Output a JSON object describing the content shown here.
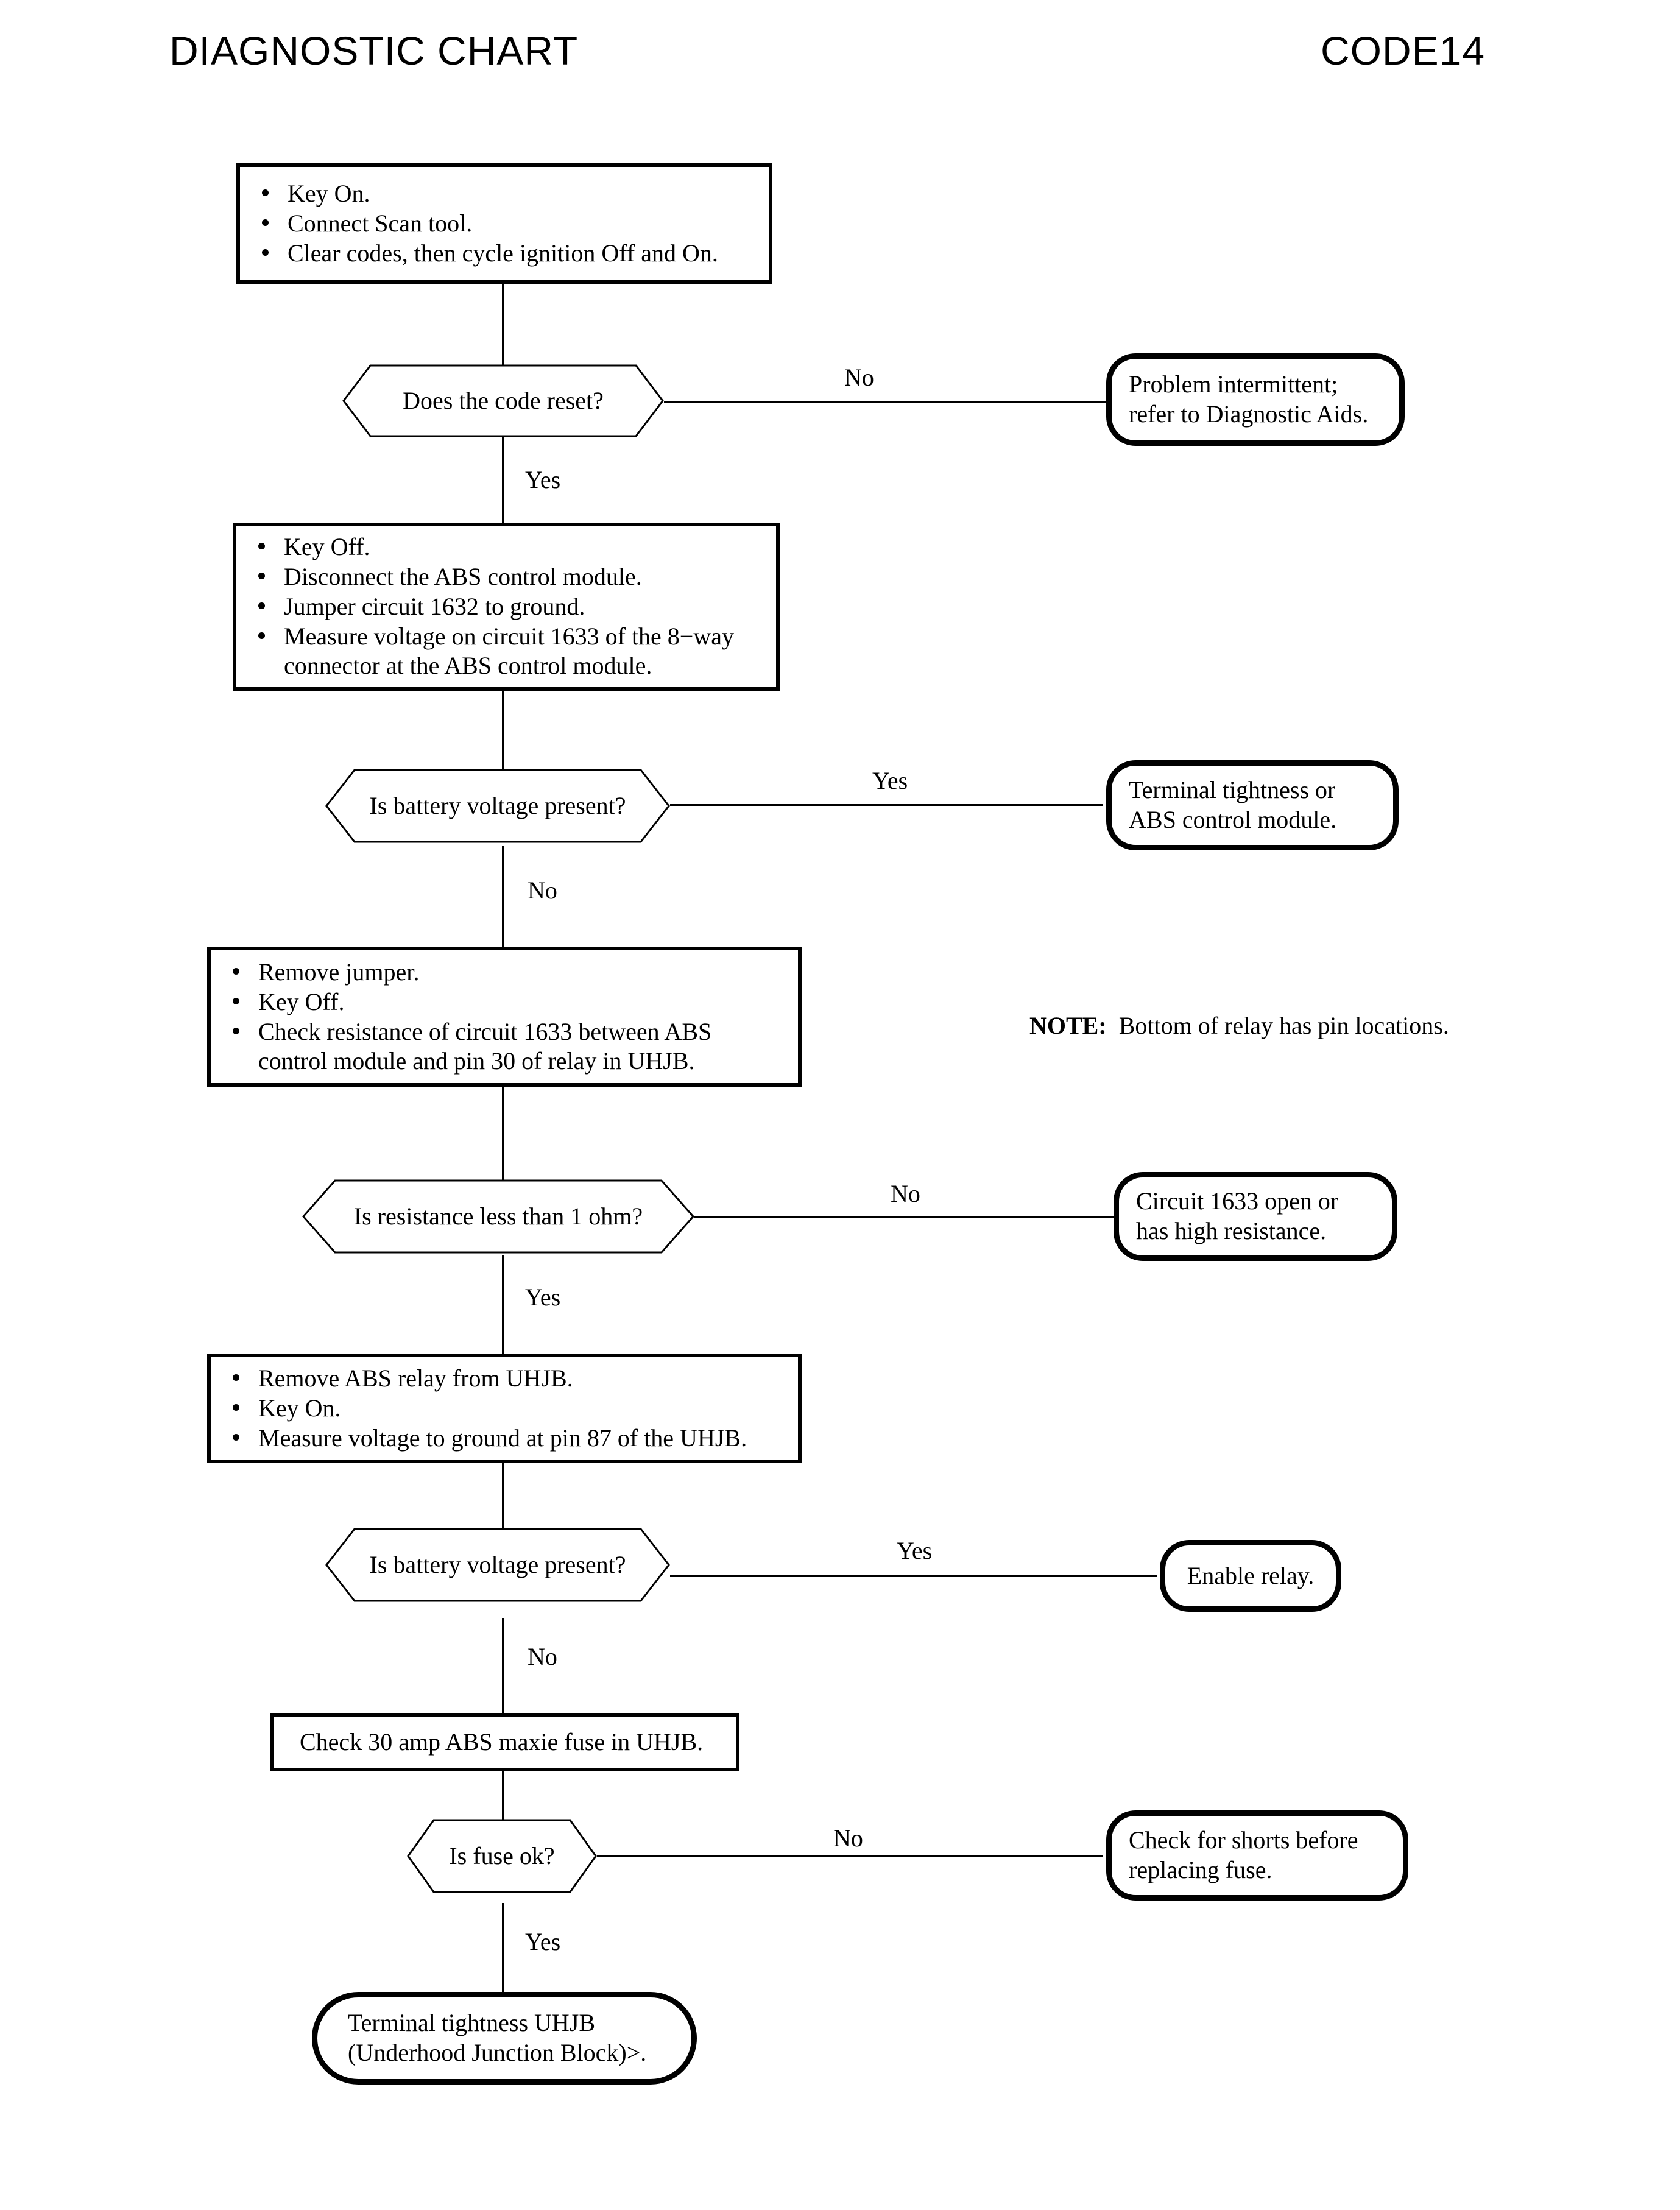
{
  "header": {
    "title_left": "DIAGNOSTIC CHART",
    "title_right": "CODE14"
  },
  "note": {
    "label": "NOTE:",
    "text": "Bottom of relay has pin locations."
  },
  "steps": {
    "step1": {
      "lines": [
        "Key On.",
        "Connect Scan tool.",
        "Clear codes, then cycle ignition Off and On."
      ]
    },
    "step2": {
      "lines": [
        "Key Off.",
        "Disconnect the ABS control module.",
        "Jumper circuit 1632 to ground.",
        "Measure voltage on circuit 1633 of the 8−way\nconnector at the ABS control module."
      ]
    },
    "step3": {
      "lines": [
        "Remove jumper.",
        "Key Off.",
        "Check resistance of circuit 1633 between ABS\n control module and pin 30 of relay in UHJB."
      ]
    },
    "step4": {
      "lines": [
        "Remove ABS relay from UHJB.",
        "Key On.",
        "Measure voltage to ground at pin 87 of the UHJB."
      ]
    },
    "step5": {
      "lines": [
        "Check 30 amp ABS maxie fuse in UHJB."
      ]
    }
  },
  "decisions": {
    "d1": "Does the code reset?",
    "d2": "Is battery voltage present?",
    "d3": "Is resistance less than 1 ohm?",
    "d4": "Is battery voltage present?",
    "d5": "Is fuse ok?"
  },
  "terminals": {
    "t1": "Problem intermittent;\nrefer to Diagnostic Aids.",
    "t2": "Terminal tightness or\nABS control module.",
    "t3": "Circuit 1633 open or\nhas high resistance.",
    "t4": "Enable relay.",
    "t5": "Check for shorts before\nreplacing fuse.",
    "t6": "Terminal tightness UHJB\n(Underhood Junction Block)>."
  },
  "edge_labels": {
    "e1_no": "No",
    "e1_yes": "Yes",
    "e2_yes": "Yes",
    "e2_no": "No",
    "e3_no": "No",
    "e3_yes": "Yes",
    "e4_yes": "Yes",
    "e4_no": "No",
    "e5_no": "No",
    "e5_yes": "Yes"
  },
  "chart_data": {
    "type": "flowchart",
    "title": "DIAGNOSTIC CHART",
    "code": "CODE14",
    "nodes": [
      {
        "id": "step1",
        "shape": "process",
        "text": "Key On. / Connect Scan tool. / Clear codes, then cycle ignition Off and On."
      },
      {
        "id": "d1",
        "shape": "decision",
        "text": "Does the code reset?"
      },
      {
        "id": "t1",
        "shape": "terminal",
        "text": "Problem intermittent; refer to Diagnostic Aids."
      },
      {
        "id": "step2",
        "shape": "process",
        "text": "Key Off. / Disconnect the ABS control module. / Jumper circuit 1632 to ground. / Measure voltage on circuit 1633 of the 8−way connector at the ABS control module."
      },
      {
        "id": "d2",
        "shape": "decision",
        "text": "Is battery voltage present?"
      },
      {
        "id": "t2",
        "shape": "terminal",
        "text": "Terminal tightness or ABS control module."
      },
      {
        "id": "step3",
        "shape": "process",
        "text": "Remove jumper. / Key Off. / Check resistance of circuit 1633 between ABS control module and pin 30 of relay in UHJB."
      },
      {
        "id": "d3",
        "shape": "decision",
        "text": "Is resistance less than 1 ohm?"
      },
      {
        "id": "t3",
        "shape": "terminal",
        "text": "Circuit 1633 open or has high resistance."
      },
      {
        "id": "step4",
        "shape": "process",
        "text": "Remove ABS relay from UHJB. / Key On. / Measure voltage to ground at pin 87 of the UHJB."
      },
      {
        "id": "d4",
        "shape": "decision",
        "text": "Is battery voltage present?"
      },
      {
        "id": "t4",
        "shape": "terminal",
        "text": "Enable relay."
      },
      {
        "id": "step5",
        "shape": "process",
        "text": "Check 30 amp ABS maxie fuse in UHJB."
      },
      {
        "id": "d5",
        "shape": "decision",
        "text": "Is fuse ok?"
      },
      {
        "id": "t5",
        "shape": "terminal",
        "text": "Check for shorts before replacing fuse."
      },
      {
        "id": "t6",
        "shape": "terminal",
        "text": "Terminal tightness UHJB (Underhood Junction Block)>."
      }
    ],
    "edges": [
      {
        "from": "step1",
        "to": "d1",
        "label": ""
      },
      {
        "from": "d1",
        "to": "t1",
        "label": "No"
      },
      {
        "from": "d1",
        "to": "step2",
        "label": "Yes"
      },
      {
        "from": "step2",
        "to": "d2",
        "label": ""
      },
      {
        "from": "d2",
        "to": "t2",
        "label": "Yes"
      },
      {
        "from": "d2",
        "to": "step3",
        "label": "No"
      },
      {
        "from": "step3",
        "to": "d3",
        "label": ""
      },
      {
        "from": "d3",
        "to": "t3",
        "label": "No"
      },
      {
        "from": "d3",
        "to": "step4",
        "label": "Yes"
      },
      {
        "from": "step4",
        "to": "d4",
        "label": ""
      },
      {
        "from": "d4",
        "to": "t4",
        "label": "Yes"
      },
      {
        "from": "d4",
        "to": "step5",
        "label": "No"
      },
      {
        "from": "step5",
        "to": "d5",
        "label": ""
      },
      {
        "from": "d5",
        "to": "t5",
        "label": "No"
      },
      {
        "from": "d5",
        "to": "t6",
        "label": "Yes"
      }
    ],
    "annotations": [
      "NOTE: Bottom of relay has pin locations."
    ]
  }
}
